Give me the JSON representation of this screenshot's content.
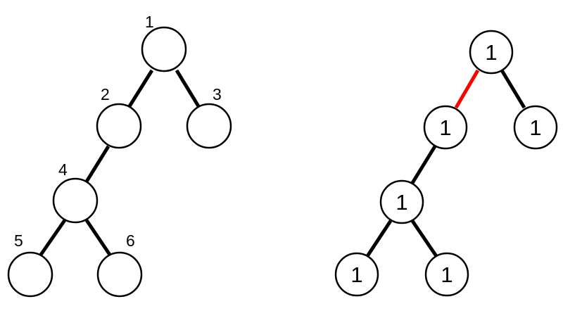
{
  "colors": {
    "edge": "#000000",
    "highlight_edge": "#ff0000",
    "node_fill": "#ffffff",
    "node_stroke": "#000000"
  },
  "left_tree": {
    "labels": {
      "n1": "1",
      "n2": "2",
      "n3": "3",
      "n4": "4",
      "n5": "5",
      "n6": "6"
    }
  },
  "right_tree": {
    "values": {
      "n1": "1",
      "n2": "1",
      "n3": "1",
      "n4": "1",
      "n5": "1",
      "n6": "1"
    },
    "highlighted_edge": "n1-n2"
  }
}
